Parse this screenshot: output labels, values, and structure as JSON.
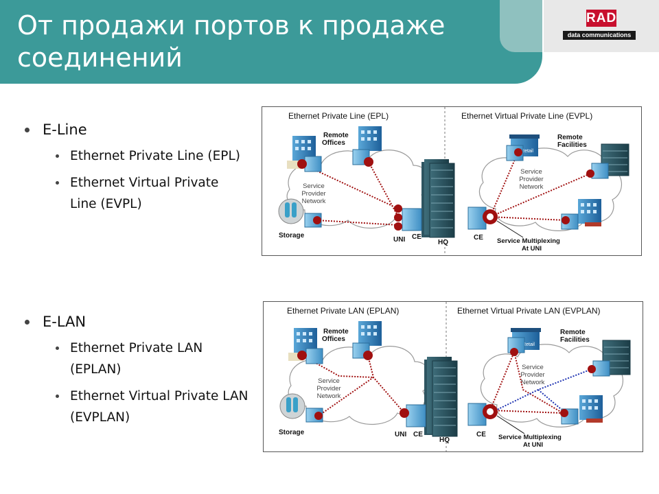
{
  "slide": {
    "title": "От продажи портов к продаже соединений",
    "logo": {
      "mark": "RAD",
      "subtitle": "data communications"
    }
  },
  "bullets": [
    {
      "label": "E-Line",
      "children": [
        "Ethernet Private Line (EPL)",
        "Ethernet Virtual Private Line (EVPL)"
      ]
    },
    {
      "label": "E-LAN",
      "children": [
        "Ethernet Private LAN (EPLAN)",
        "Ethernet Virtual Private LAN (EVPLAN)"
      ]
    }
  ],
  "diagrams": {
    "eline": {
      "left_title": "Ethernet Private Line (EPL)",
      "right_title": "Ethernet Virtual Private Line (EVPL)"
    },
    "elan": {
      "left_title": "Ethernet Private LAN (EPLAN)",
      "right_title": "Ethernet Virtual Private LAN (EVPLAN)"
    },
    "labels": {
      "remote_offices_1": "Remote",
      "remote_offices_2": "Offices",
      "remote_facilities_1": "Remote",
      "remote_facilities_2": "Facilities",
      "spn_1": "Service",
      "spn_2": "Provider",
      "spn_3": "Network",
      "storage": "Storage",
      "uni": "UNI",
      "ce": "CE",
      "hq": "HQ",
      "smux_1": "Service Multiplexing",
      "smux_2": "At UNI",
      "retail": "Retail"
    }
  },
  "colors": {
    "header": "#3c9a99",
    "header_tab": "#8fc1bf",
    "logo_red": "#c8102e",
    "link_red": "#a01010",
    "link_blue": "#1a2fb0"
  }
}
